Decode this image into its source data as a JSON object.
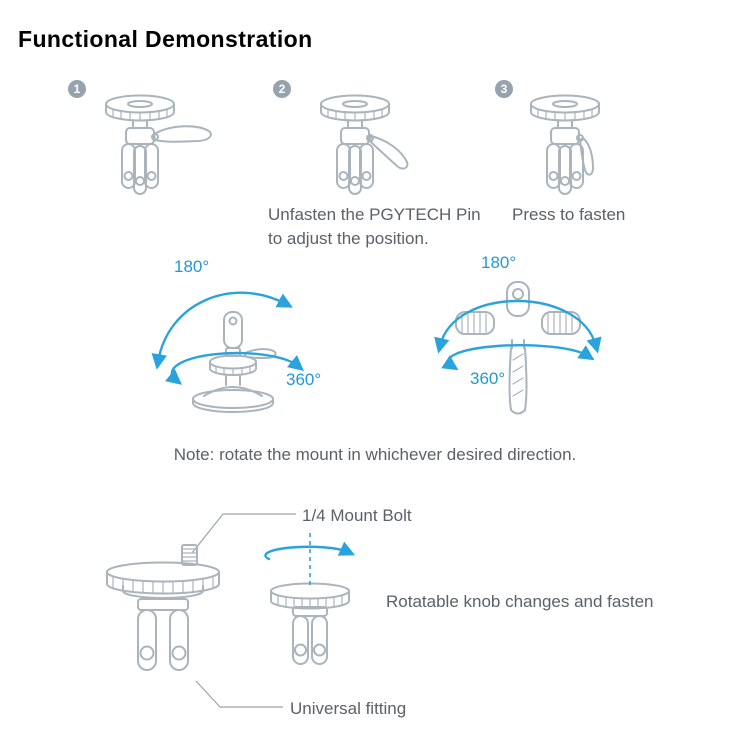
{
  "title": "Functional Demonstration",
  "steps": [
    "1",
    "2",
    "3"
  ],
  "captions": {
    "unfasten_line1": "Unfasten the PGYTECH Pin",
    "unfasten_line2": "to adjust the position.",
    "press_to_fasten": "Press to fasten"
  },
  "rotation_left": {
    "deg_180": "180°",
    "deg_360": "360°"
  },
  "rotation_right": {
    "deg_180": "180°",
    "deg_360": "360°"
  },
  "note": "Note: rotate the mount in whichever desired direction.",
  "bottom": {
    "bolt_label": "1/4 Mount Bolt",
    "rotatable_label": "Rotatable knob changes and fasten",
    "fitting_label": "Universal fitting"
  },
  "colors": {
    "line_gray": "#aab4bc",
    "accent_blue": "#2aa3dc",
    "text_gray": "#5a6168",
    "title_color": "#000000"
  }
}
